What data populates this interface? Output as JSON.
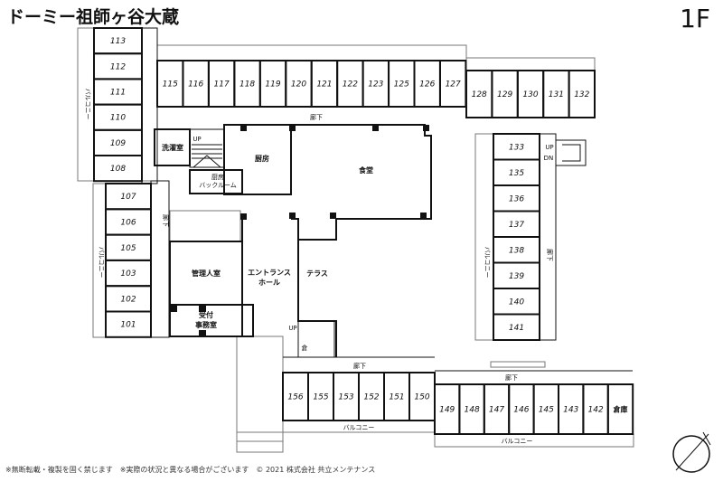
{
  "header": {
    "title": "ドーミー祖師ヶ谷大蔵",
    "floor": "1F"
  },
  "rooms": {
    "left_upper": [
      "113",
      "112",
      "111",
      "110",
      "109",
      "108"
    ],
    "left_lower": [
      "107",
      "106",
      "105",
      "103",
      "102",
      "101"
    ],
    "top_row": [
      "115",
      "116",
      "117",
      "118",
      "119",
      "120",
      "121",
      "122",
      "123",
      "125",
      "126",
      "127"
    ],
    "top_row_east": [
      "128",
      "129",
      "130",
      "131",
      "132"
    ],
    "east_wing": [
      "133",
      "135",
      "136",
      "137",
      "138",
      "139",
      "140",
      "141"
    ],
    "south_west": [
      "156",
      "155",
      "153",
      "152",
      "151",
      "150"
    ],
    "south_east": [
      "149",
      "148",
      "147",
      "146",
      "145",
      "143",
      "142",
      "倉庫"
    ]
  },
  "labels": {
    "balcony": "バルコニー",
    "corridor": "廊下",
    "laundry": "洗濯室",
    "kitchen": "厨房",
    "kitchen_back_1": "厨房",
    "kitchen_back_2": "バックルーム",
    "dining": "食堂",
    "manager": "管理人室",
    "reception_1": "受付",
    "reception_2": "事務室",
    "entrance_1": "エントランス",
    "entrance_2": "ホール",
    "terrace": "テラス",
    "up": "UP",
    "dn": "DN",
    "storage_small": "倉"
  },
  "footer": "※無断転載・複製を固く禁じます　※実際の状況と異なる場合がございます　© 2021 株式会社 共立メンテナンス"
}
